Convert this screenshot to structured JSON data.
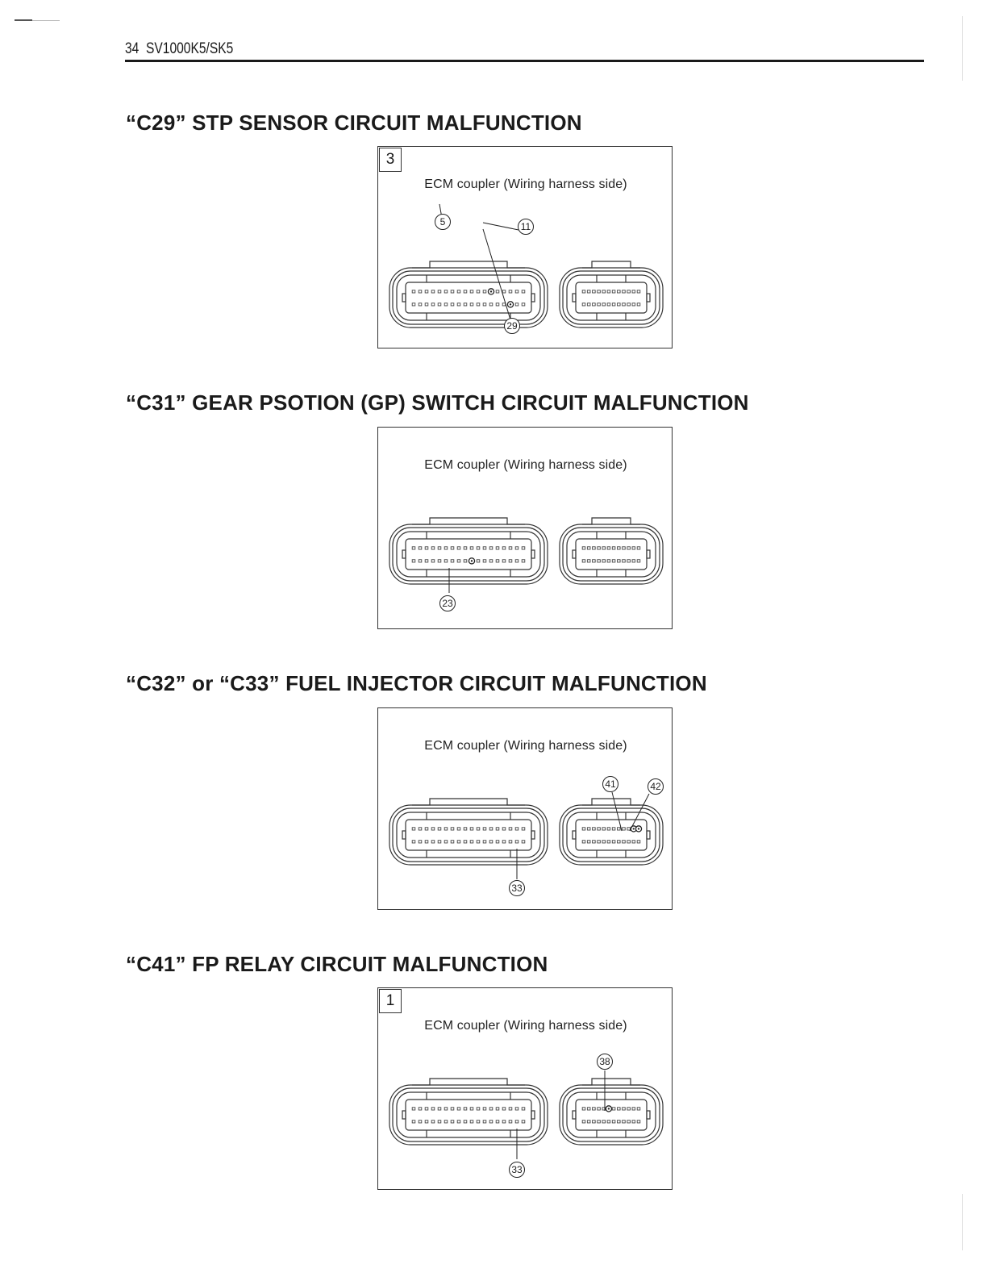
{
  "header": {
    "page_number": "34",
    "model": "SV1000K5/SK5"
  },
  "sections": [
    {
      "title": "“C29” STP SENSOR CIRCUIT MALFUNCTION",
      "box_number": "3",
      "caption": "ECM coupler (Wiring harness side)",
      "pins": [
        "5",
        "11",
        "29"
      ]
    },
    {
      "title": "“C31” GEAR PSOTION (GP) SWITCH CIRCUIT MALFUNCTION",
      "box_number": "",
      "caption": "ECM coupler (Wiring harness side)",
      "pins": [
        "23"
      ]
    },
    {
      "title": "“C32” or “C33” FUEL INJECTOR CIRCUIT MALFUNCTION",
      "box_number": "",
      "caption": "ECM coupler (Wiring harness side)",
      "pins": [
        "41",
        "42",
        "33"
      ]
    },
    {
      "title": "“C41” FP RELAY CIRCUIT MALFUNCTION",
      "box_number": "1",
      "caption": "ECM coupler (Wiring harness side)",
      "pins": [
        "38",
        "33"
      ]
    }
  ]
}
